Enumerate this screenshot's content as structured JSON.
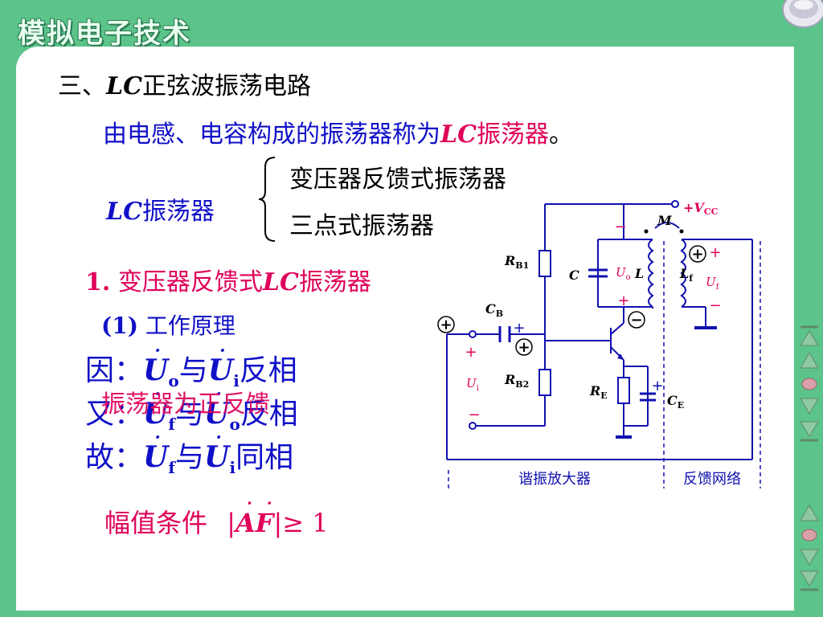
{
  "header": {
    "logo_text": "模拟电子技术"
  },
  "section_title": {
    "prefix": "三、",
    "lc": "LC",
    "rest": "正弦波振荡电路"
  },
  "definition": {
    "text": "由电感、电容构成的振荡器称为",
    "lc": "LC",
    "suffix": "振荡器",
    "punct": "。"
  },
  "classification": {
    "root_lc": "LC",
    "root_text": "振荡器",
    "items": [
      "变压器反馈式振荡器",
      "三点式振荡器"
    ]
  },
  "subsection": {
    "number": "1.",
    "text": "变压器反馈式",
    "lc": "LC",
    "suffix": "振荡器"
  },
  "principle_heading": {
    "number": "(1)",
    "text": "工作原理"
  },
  "reasoning": [
    {
      "lead": "因：",
      "a": "U",
      "a_sub": "o",
      "mid": "与",
      "b": "U",
      "b_sub": "i",
      "tail": "反相"
    },
    {
      "lead": "又：",
      "a": "U",
      "a_sub": "f",
      "mid": "与",
      "b": "U",
      "b_sub": "o",
      "tail": "反相"
    },
    {
      "lead": "故：",
      "a": "U",
      "a_sub": "f",
      "mid": "与",
      "b": "U",
      "b_sub": "i",
      "tail": "同相"
    }
  ],
  "overlay_note": "振荡器为正反馈",
  "amplitude_condition": {
    "label": "幅值条件",
    "formula_prefix": "|",
    "A": "A",
    "F": "F",
    "formula_suffix": "|≥ 1"
  },
  "circuit": {
    "vcc": "+V",
    "vcc_sub": "CC",
    "mutual": "M",
    "rb1": "R",
    "rb1_sub": "B1",
    "rb2": "R",
    "rb2_sub": "B2",
    "re": "R",
    "re_sub": "E",
    "ce": "C",
    "ce_sub": "E",
    "cb": "C",
    "cb_sub": "B",
    "c": "C",
    "l": "L",
    "lf": "L",
    "lf_sub": "f",
    "uo": "U",
    "uo_sub": "o",
    "uf": "U",
    "uf_sub": "f",
    "ui": "U",
    "ui_sub": "i",
    "plus": "+",
    "minus": "−",
    "circle_plus": "+",
    "circle_minus": "−",
    "label_amplifier": "谐振放大器",
    "label_feedback": "反馈网络"
  },
  "colors": {
    "background": "#5cc48a",
    "blue_text": "#1010c8",
    "red_text": "#e0005a",
    "circuit": "#1010b0"
  }
}
